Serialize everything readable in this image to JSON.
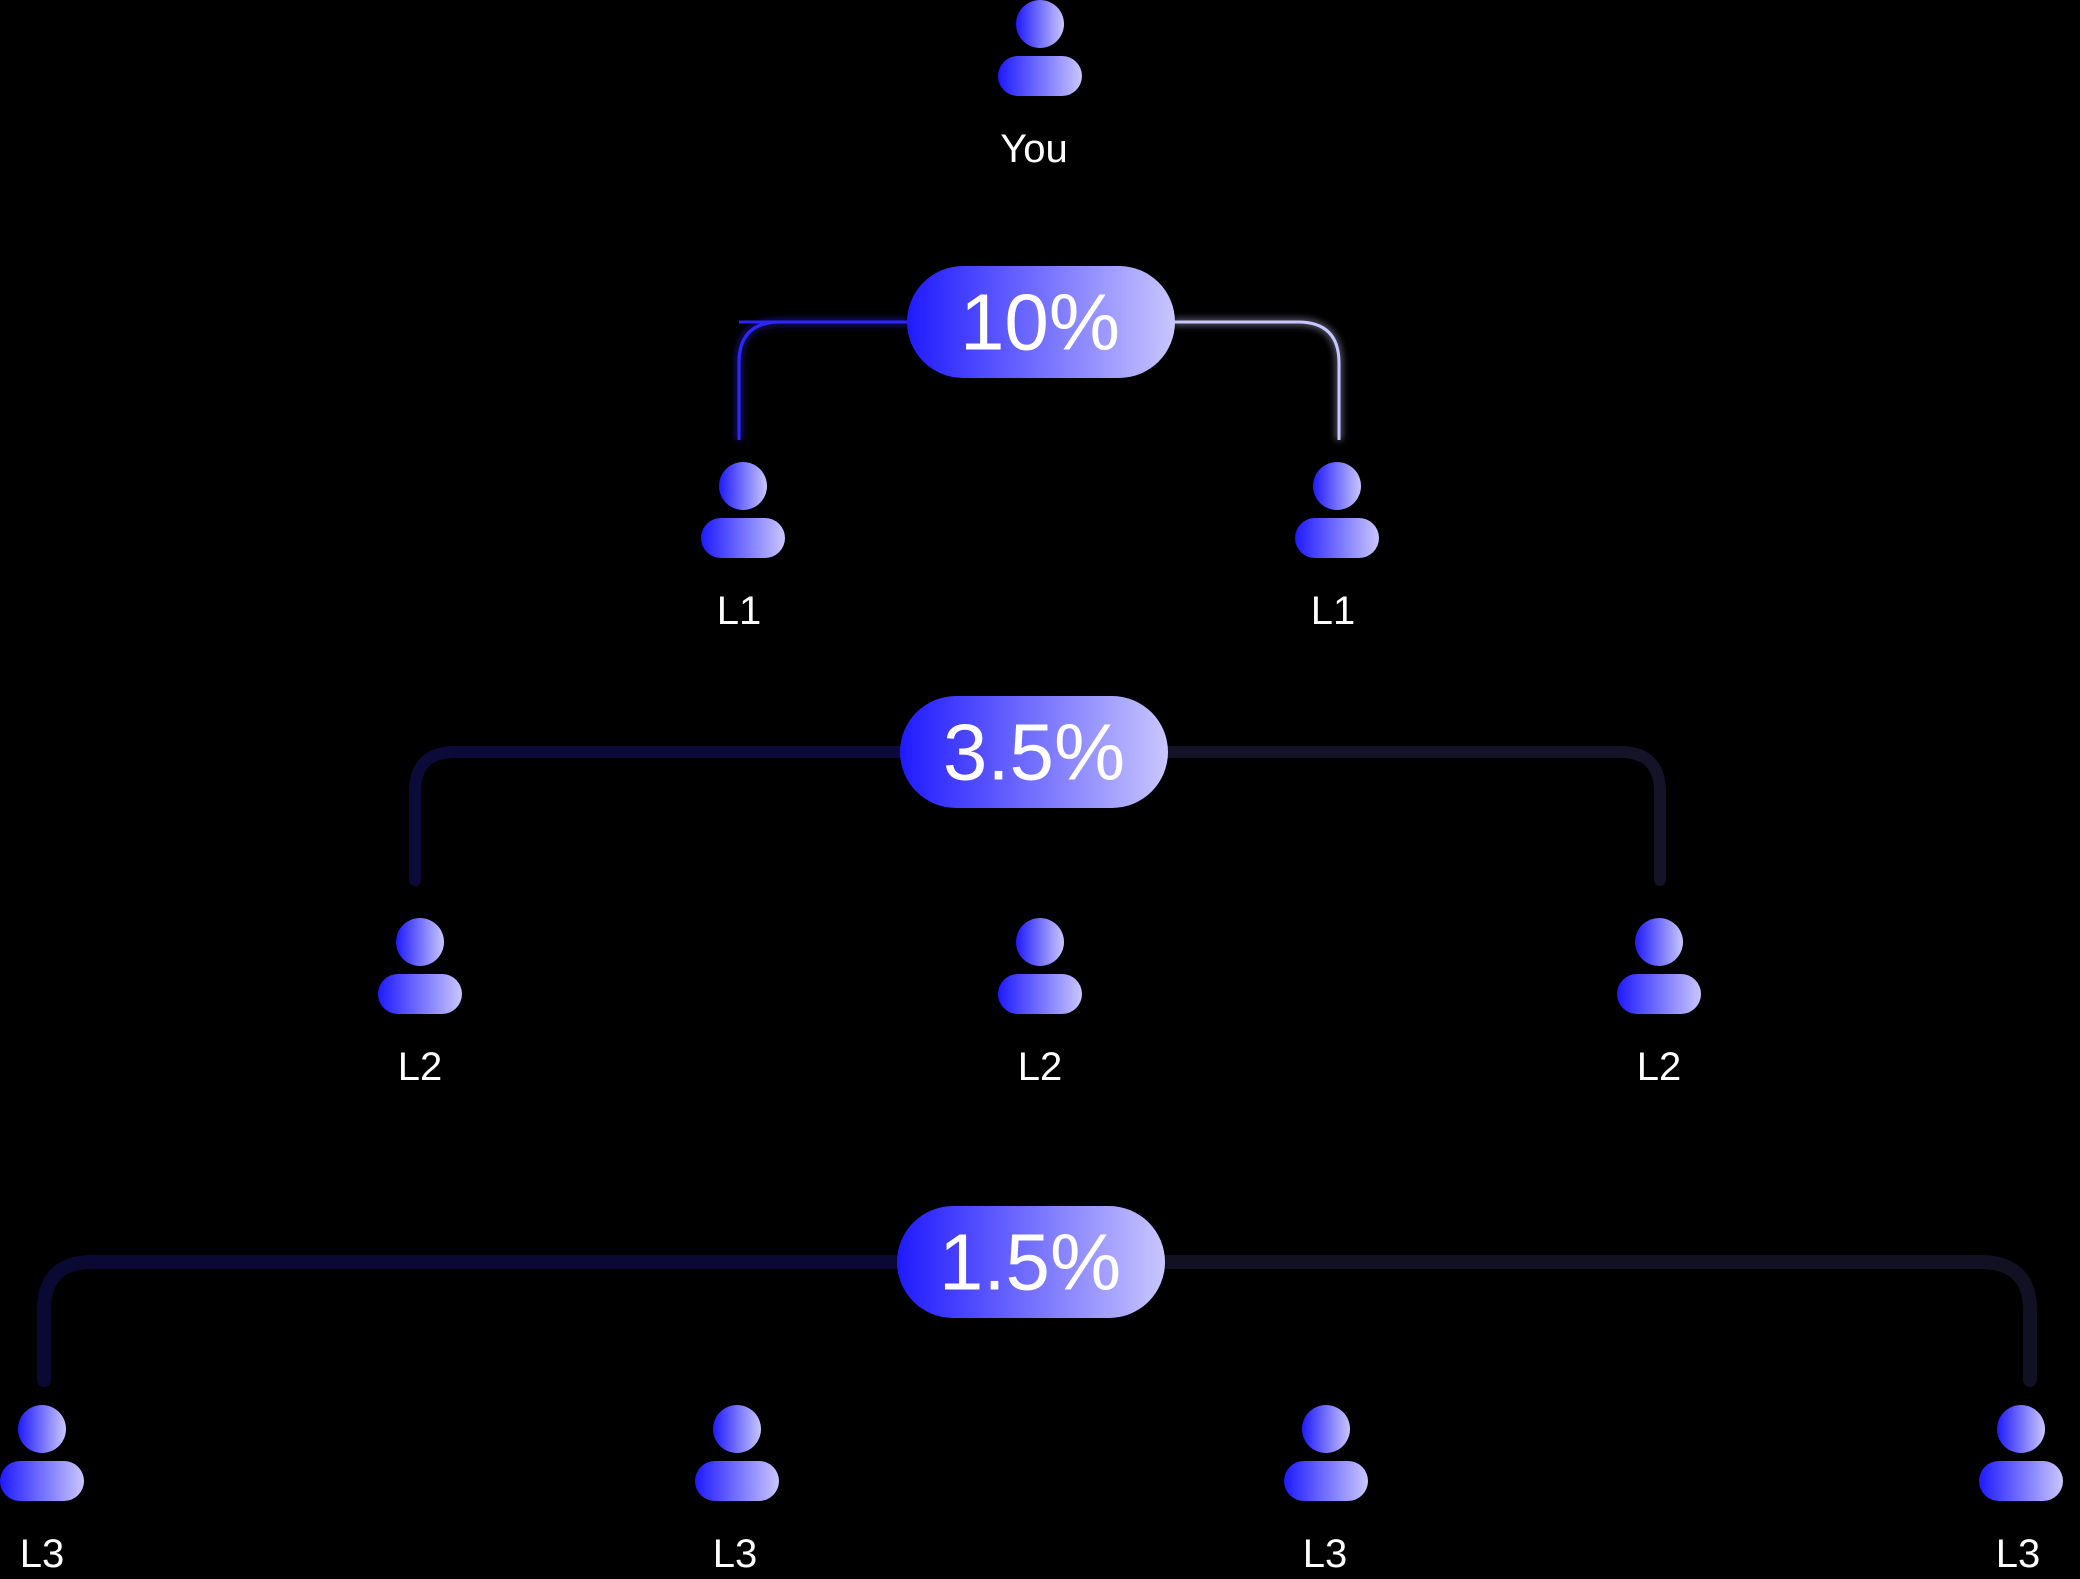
{
  "colors": {
    "background": "#000000",
    "accent_start": "#1f1aff",
    "accent_end": "#c9c6ff",
    "text": "#ffffff"
  },
  "root": {
    "label": "You",
    "icon": "person-icon"
  },
  "levels": [
    {
      "rate": "10%",
      "nodes": [
        {
          "label": "L1",
          "icon": "person-icon"
        },
        {
          "label": "L1",
          "icon": "person-icon"
        }
      ]
    },
    {
      "rate": "3.5%",
      "nodes": [
        {
          "label": "L2",
          "icon": "person-icon"
        },
        {
          "label": "L2",
          "icon": "person-icon"
        },
        {
          "label": "L2",
          "icon": "person-icon"
        }
      ]
    },
    {
      "rate": "1.5%",
      "nodes": [
        {
          "label": "L3",
          "icon": "person-icon"
        },
        {
          "label": "L3",
          "icon": "person-icon"
        },
        {
          "label": "L3",
          "icon": "person-icon"
        },
        {
          "label": "L3",
          "icon": "person-icon"
        }
      ]
    }
  ]
}
